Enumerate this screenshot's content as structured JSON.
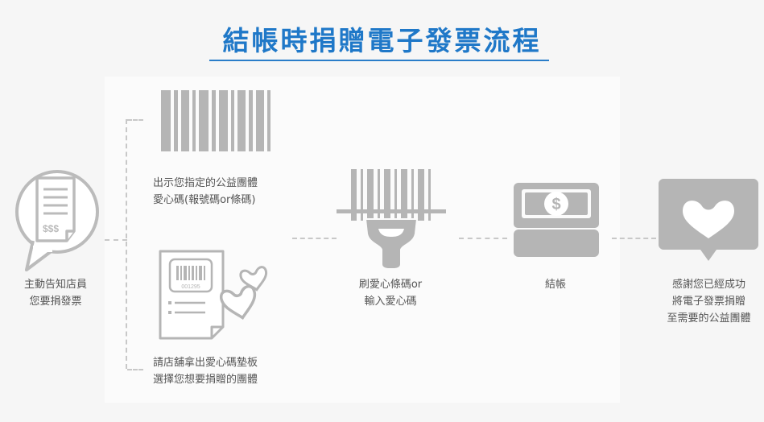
{
  "title": "結帳時捐贈電子發票流程",
  "steps": {
    "start": {
      "line1": "主動告知店員",
      "line2": "您要捐發票",
      "receipt_text": "$$$"
    },
    "option_barcode": {
      "line1": "出示您指定的公益團體",
      "line2": "愛心碼(報號碼or條碼)"
    },
    "option_board": {
      "line1": "請店舖拿出愛心碼墊板",
      "line2": "選擇您想要捐贈的團體",
      "card_number": "001295"
    },
    "scan": {
      "line1": "刷愛心條碼or",
      "line2": "輸入愛心碼"
    },
    "checkout": {
      "line1": "結帳",
      "money_symbol": "$"
    },
    "thanks": {
      "line1": "感謝您已經成功",
      "line2": "將電子發票捐贈",
      "line3": "至需要的公益團體"
    }
  },
  "colors": {
    "title": "#1f78c8",
    "icon": "#b5b5b5",
    "text": "#555555",
    "dash": "#c8c8c8"
  }
}
